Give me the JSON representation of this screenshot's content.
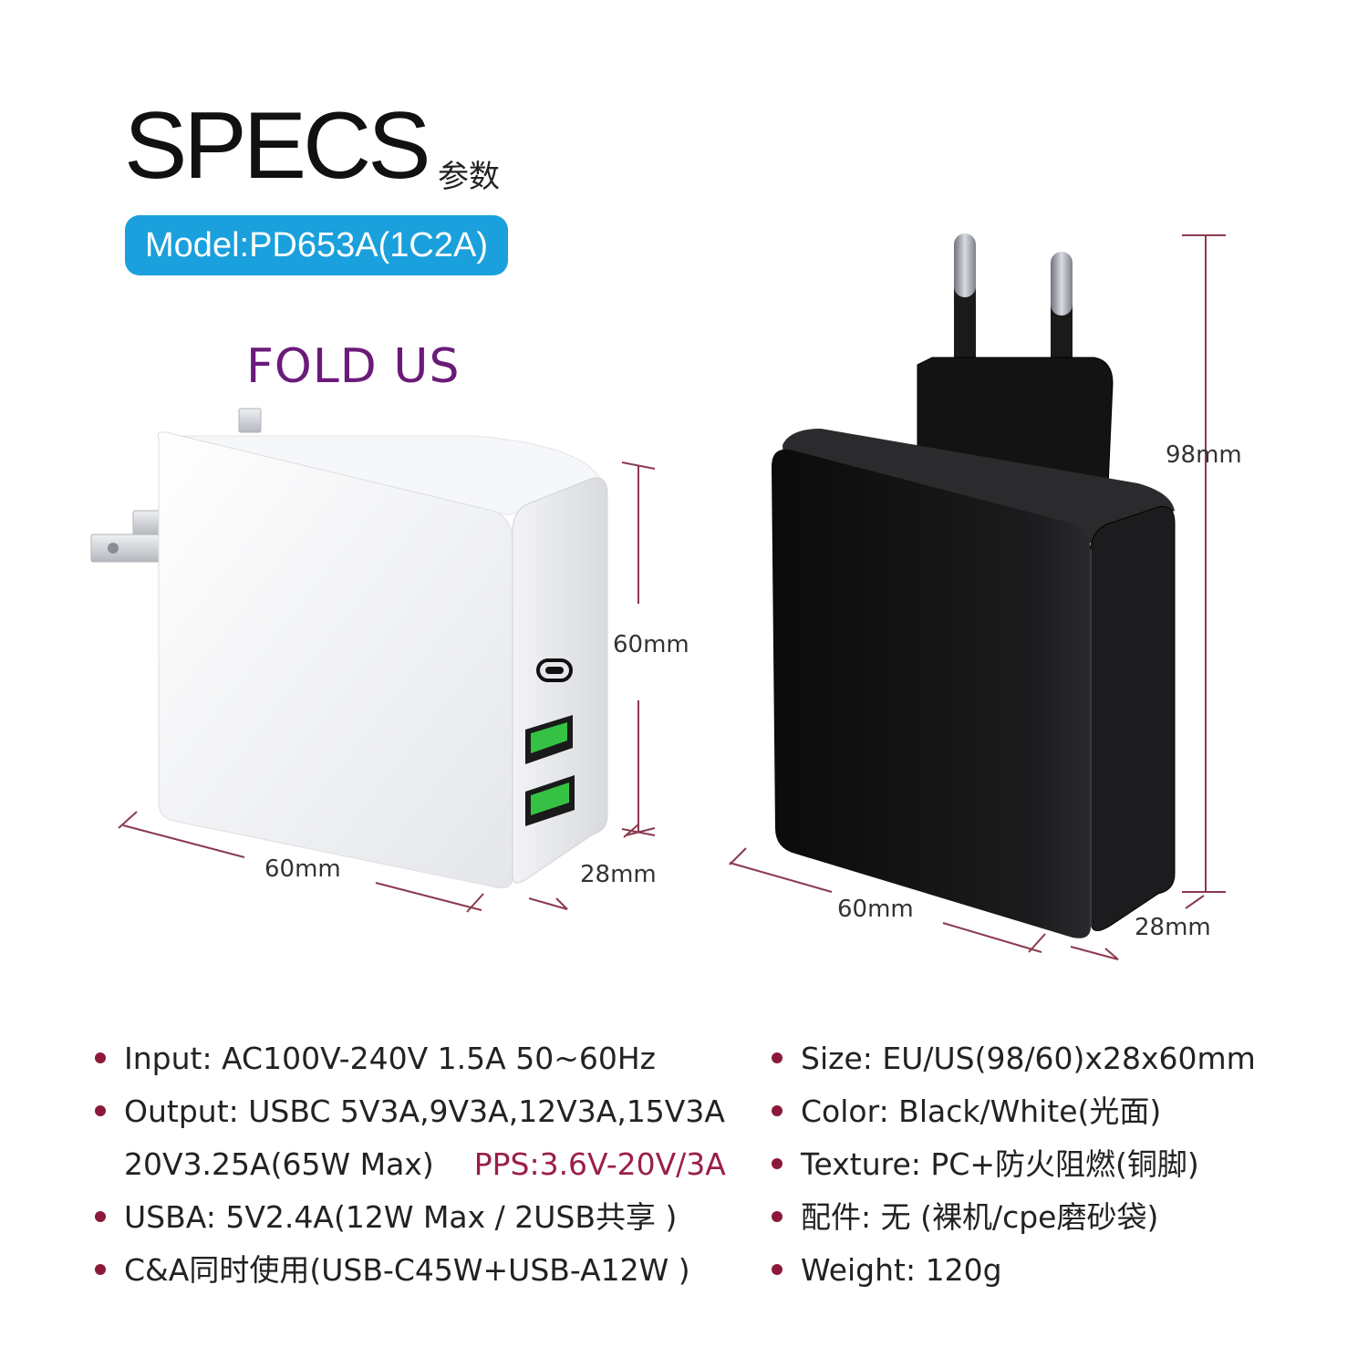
{
  "header": {
    "title": "SPECS",
    "subtitle": "参数",
    "model": "Model:PD653A(1C2A)"
  },
  "left_product": {
    "label": "FOLD US",
    "height_dim": "60mm",
    "width_dim": "60mm",
    "depth_dim": "28mm"
  },
  "right_product": {
    "height_dim": "98mm",
    "width_dim": "60mm",
    "depth_dim": "28mm"
  },
  "colors": {
    "accent_blue": "#1aa0dc",
    "fold_purple": "#6b1a7a",
    "bullet": "#8b1a3a",
    "pps_red": "#9a1e4a",
    "usb_green": "#35c244"
  },
  "specs_left": {
    "input": "Input: AC100V-240V 1.5A 50~60Hz",
    "output_1": "Output: USBC  5V3A,9V3A,12V3A,15V3A",
    "output_2": "20V3.25A(65W Max)",
    "output_pps": "PPS:3.6V-20V/3A",
    "usba": "USBA: 5V2.4A(12W Max / 2USB共享 )",
    "combined": "C&A同时使用(USB-C45W+USB-A12W )"
  },
  "specs_right": {
    "size": "Size: EU/US(98/60)x28x60mm",
    "color": "Color: Black/White(光面)",
    "texture": "Texture: PC+防火阻燃(铜脚)",
    "accessories": "配件: 无 (裸机/cpe磨砂袋)",
    "weight": "Weight: 120g"
  }
}
